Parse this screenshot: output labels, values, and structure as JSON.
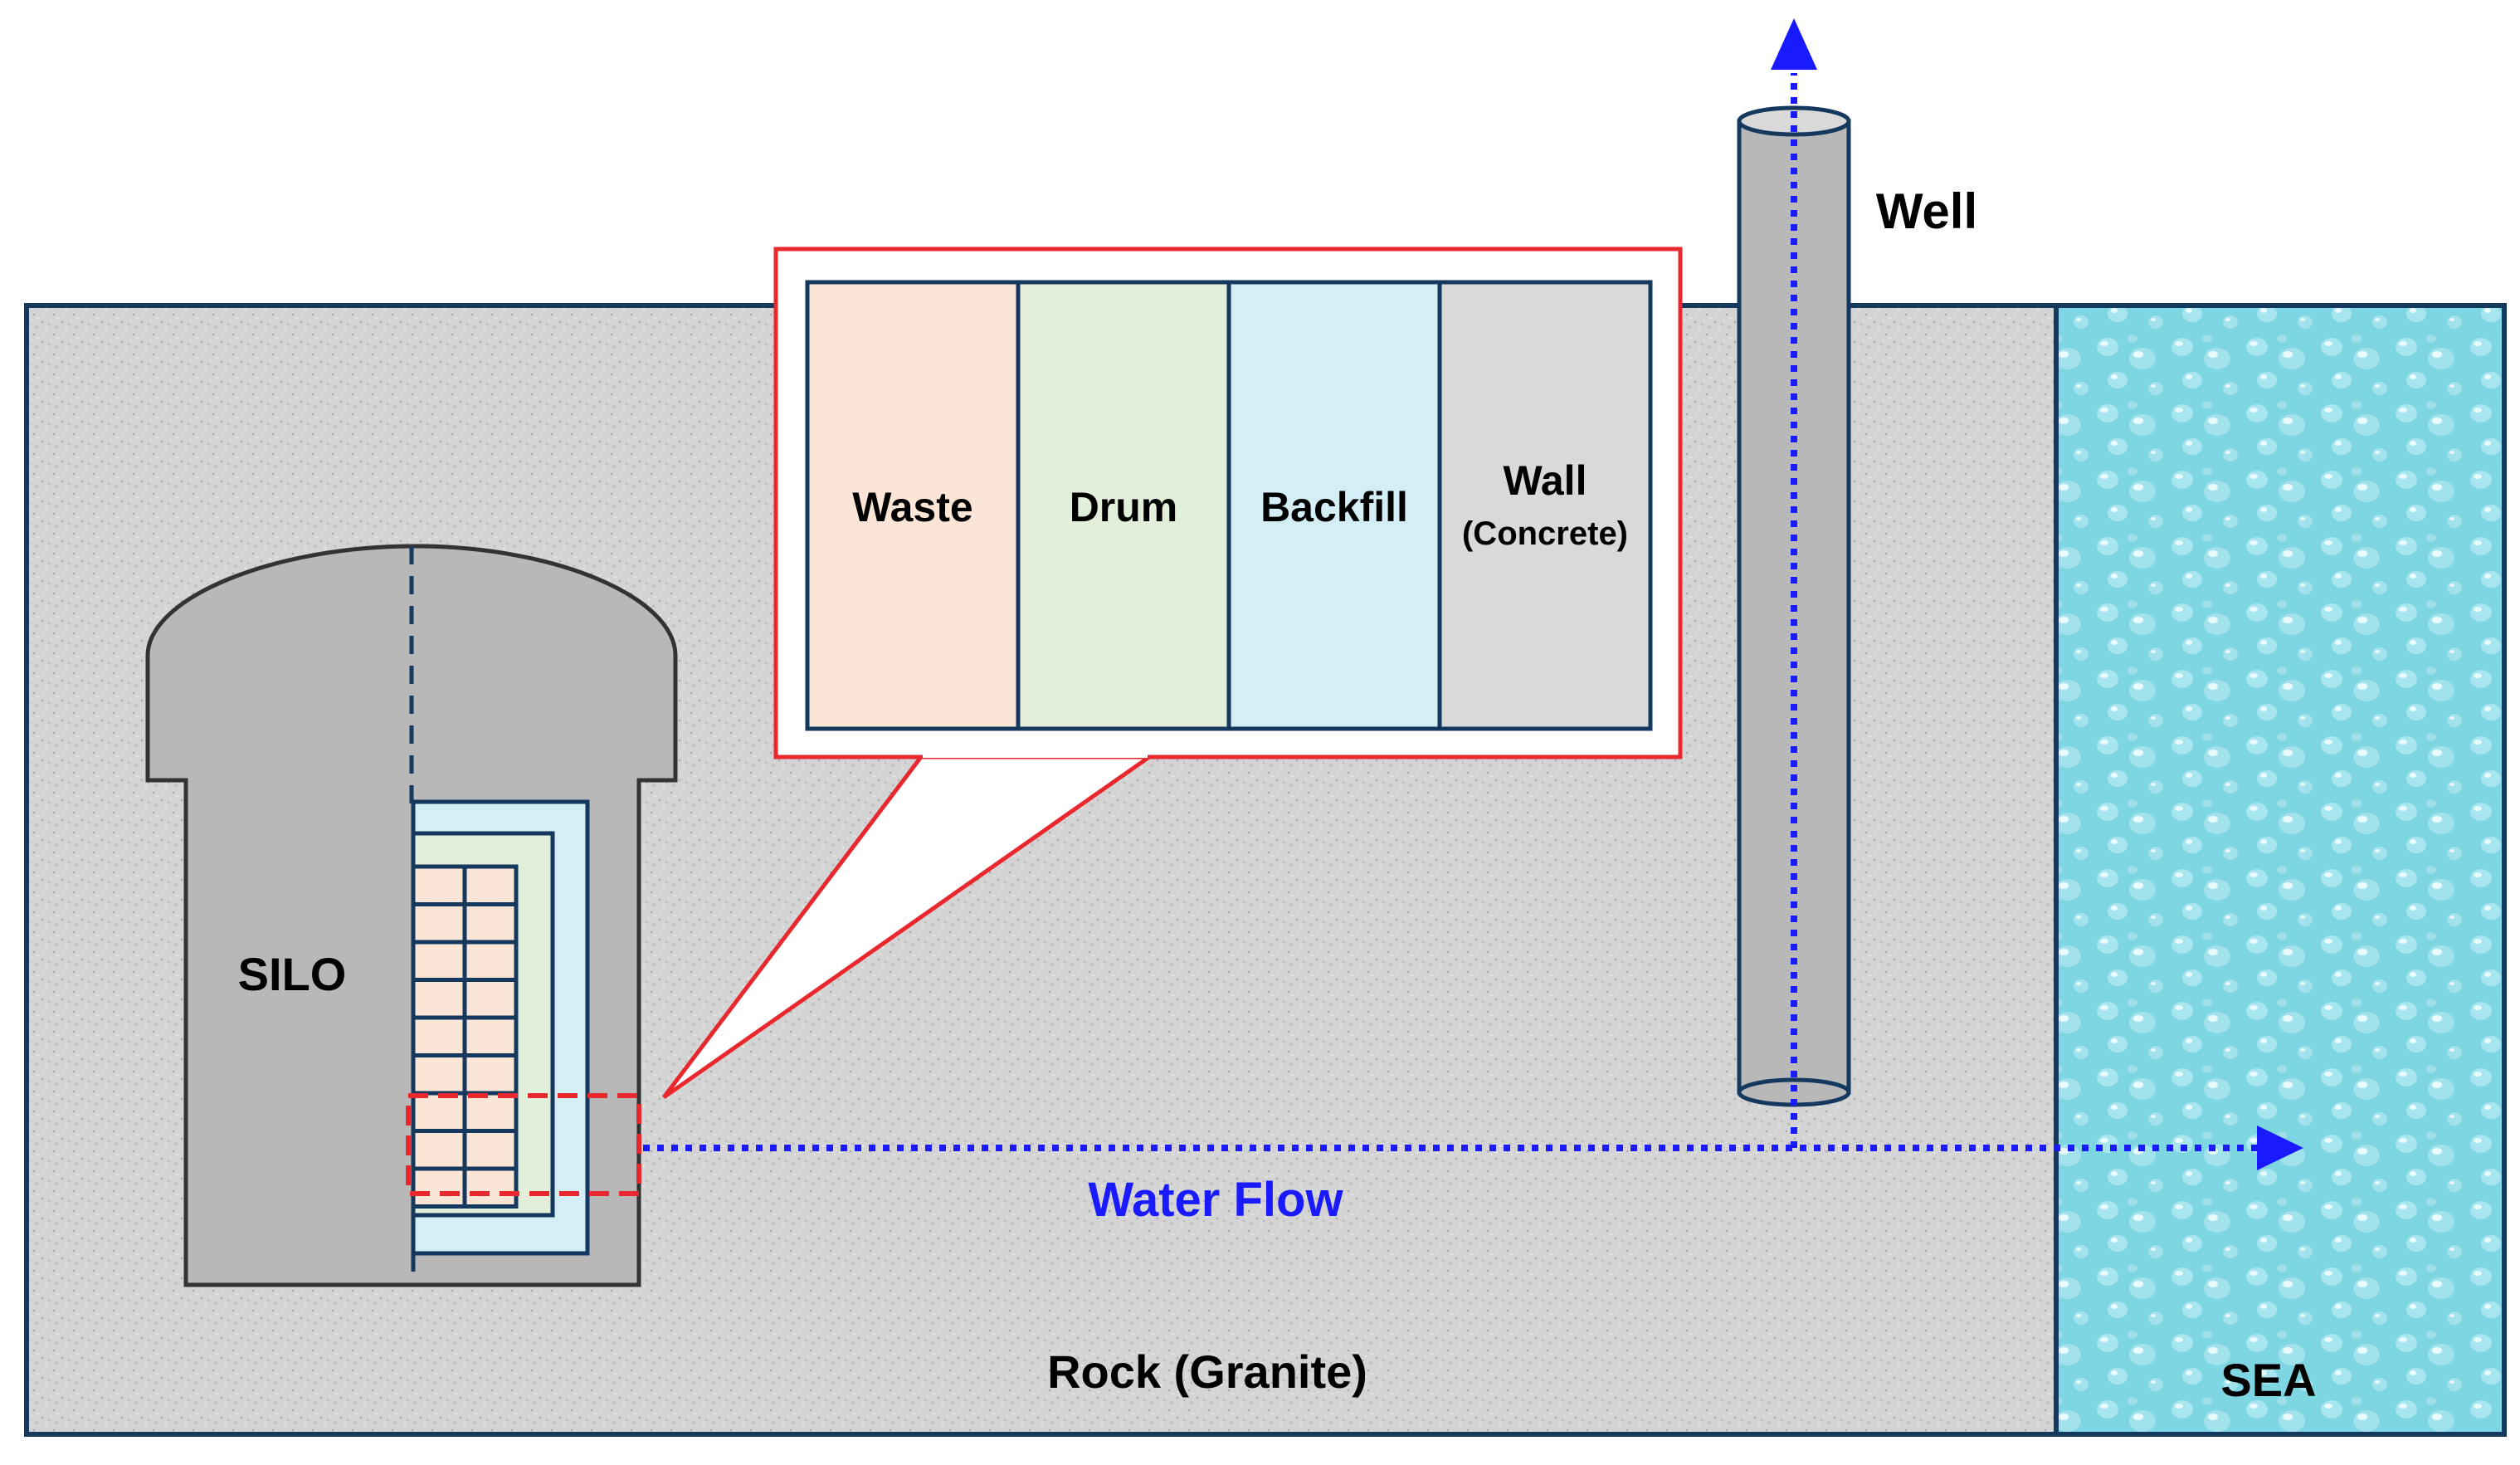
{
  "labels": {
    "silo": "SILO",
    "well": "Well",
    "sea": "SEA",
    "rock": "Rock (Granite)",
    "water_flow": "Water Flow"
  },
  "callout": {
    "layers": [
      {
        "label": "Waste",
        "sublabel": ""
      },
      {
        "label": "Drum",
        "sublabel": ""
      },
      {
        "label": "Backfill",
        "sublabel": ""
      },
      {
        "label": "Wall",
        "sublabel": "(Concrete)"
      }
    ]
  },
  "colors": {
    "rock": "#d4d4d4",
    "sea": "#7fd6e3",
    "silo": "#b8b8b8",
    "outline": "#14385e",
    "callout_border": "#e8282c",
    "flow_arrow": "#1a1aff",
    "waste": "#fbe5d6",
    "drum": "#e2efda",
    "backfill": "#d4eef5",
    "wall": "#d9d9d9"
  }
}
